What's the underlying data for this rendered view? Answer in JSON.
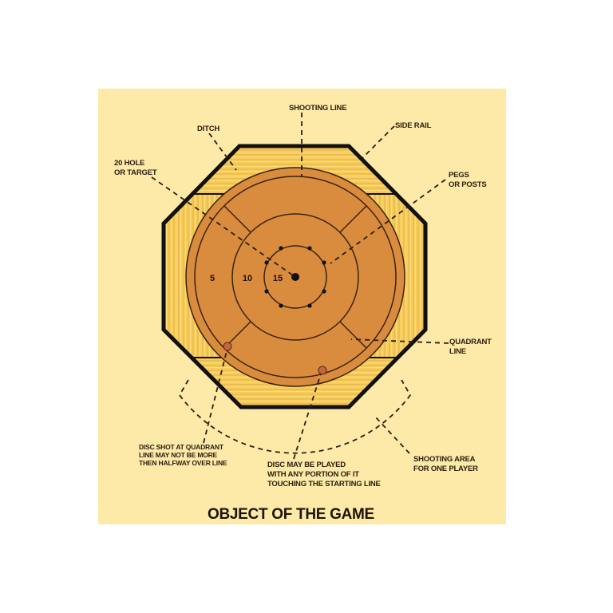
{
  "title": "OBJECT OF THE GAME",
  "colors": {
    "background": "#fde9a8",
    "wood": "#f7cc5a",
    "wood_grain": "#e9b544",
    "board": "#d98b3e",
    "outline": "#111111",
    "disc": "#c0673f"
  },
  "board": {
    "rings": [
      {
        "label": "5"
      },
      {
        "label": "10"
      },
      {
        "label": "15"
      }
    ],
    "center_hole_label": "20 hole",
    "peg_count": 8
  },
  "labels": {
    "shooting_line": "SHOOTING LINE",
    "ditch": "DITCH",
    "side_rail": "SIDE RAIL",
    "hole_target": [
      "20 HOLE",
      "OR TARGET"
    ],
    "pegs": [
      "PEGS",
      "OR POSTS"
    ],
    "quadrant_line": [
      "QUADRANT",
      "LINE"
    ],
    "disc_quadrant": [
      "DISC SHOT AT QUADRANT",
      "LINE MAY NOT BE MORE",
      "THEN HALFWAY OVER LINE"
    ],
    "disc_starting": [
      "DISC MAY BE PLAYED",
      "WITH ANY PORTION OF IT",
      "TOUCHING THE STARTING LINE"
    ],
    "shooting_area": [
      "SHOOTING AREA",
      "FOR ONE PLAYER"
    ]
  }
}
